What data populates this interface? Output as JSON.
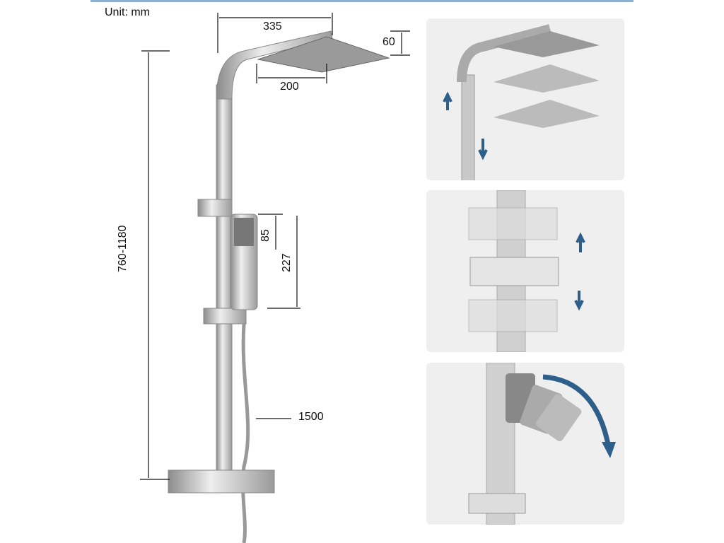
{
  "unit_label": "Unit: mm",
  "dimensions": {
    "head_arm_length": "335",
    "head_width": "200",
    "head_height": "60",
    "height_range": "760-1180",
    "hand_head": "85",
    "hand_shower_length": "227",
    "hose_length": "1500"
  },
  "colors": {
    "arrow": "#2e5f8a",
    "panel_bg": "#efefef",
    "chrome": "#b8b8b8"
  },
  "panels": [
    {
      "feature": "adjustable-height-head"
    },
    {
      "feature": "sliding-holder"
    },
    {
      "feature": "rotating-hand-shower"
    }
  ]
}
